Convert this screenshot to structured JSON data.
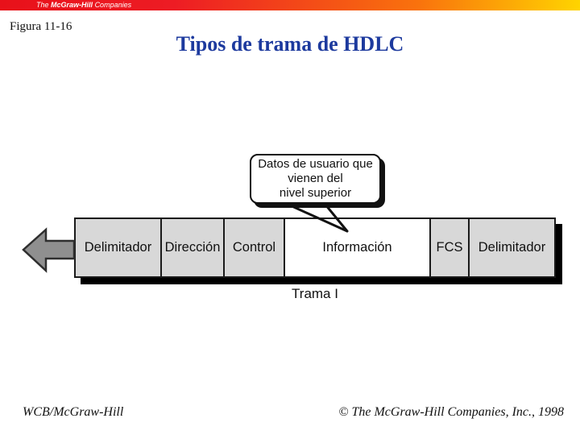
{
  "banner": {
    "logo_prefix": "The",
    "logo_name": "McGraw-Hill",
    "logo_suffix": "Companies"
  },
  "header": {
    "figure_label": "Figura 11-16",
    "title": "Tipos de trama de HDLC"
  },
  "diagram": {
    "callout": {
      "lines": [
        "Datos de usuario que",
        "vienen del",
        "nivel superior"
      ]
    },
    "frame_cells": [
      {
        "label": "Delimitador"
      },
      {
        "label": "Dirección"
      },
      {
        "label": "Control"
      },
      {
        "label": "Información",
        "highlight": true
      },
      {
        "label": "FCS"
      },
      {
        "label": "Delimitador"
      }
    ],
    "caption": "Trama I",
    "arrow_direction": "left"
  },
  "footer": {
    "left": "WCB/McGraw-Hill",
    "right": "© The McGraw-Hill Companies, Inc., 1998"
  },
  "colors": {
    "banner_red": "#ed1c24",
    "banner_yellow": "#ffd400",
    "title_blue": "#1d3a9e",
    "cell_gray": "#d8d8d8",
    "arrow_gray": "#8f8f8f"
  }
}
